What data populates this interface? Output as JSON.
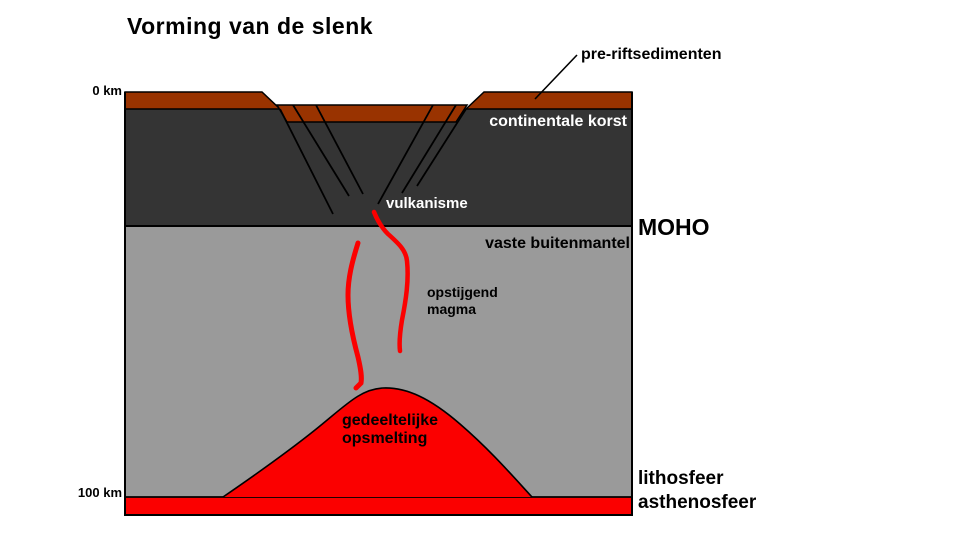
{
  "title": "Vorming van de slenk",
  "scale": {
    "top_label": "0 km",
    "bottom_label": "100 km"
  },
  "labels": {
    "pre_rift_sediments": "pre-riftsedimenten",
    "continental_crust": "continentale korst",
    "volcanism": "vulkanisme",
    "moho": "MOHO",
    "solid_outer_mantle": "vaste buitenmantel",
    "rising_magma": "opstijgend\nmagma",
    "partial_melting": "gedeeltelijke\nopsmelting",
    "lithosphere": "lithosfeer",
    "asthenosphere": "asthenosfeer"
  },
  "colors": {
    "sediment_brown": "#993300",
    "crust_dark": "#343434",
    "mantle_gray": "#9A9A9A",
    "magma_red": "#FB0000",
    "outline_black": "#000000",
    "background": "#FFFFFF"
  }
}
